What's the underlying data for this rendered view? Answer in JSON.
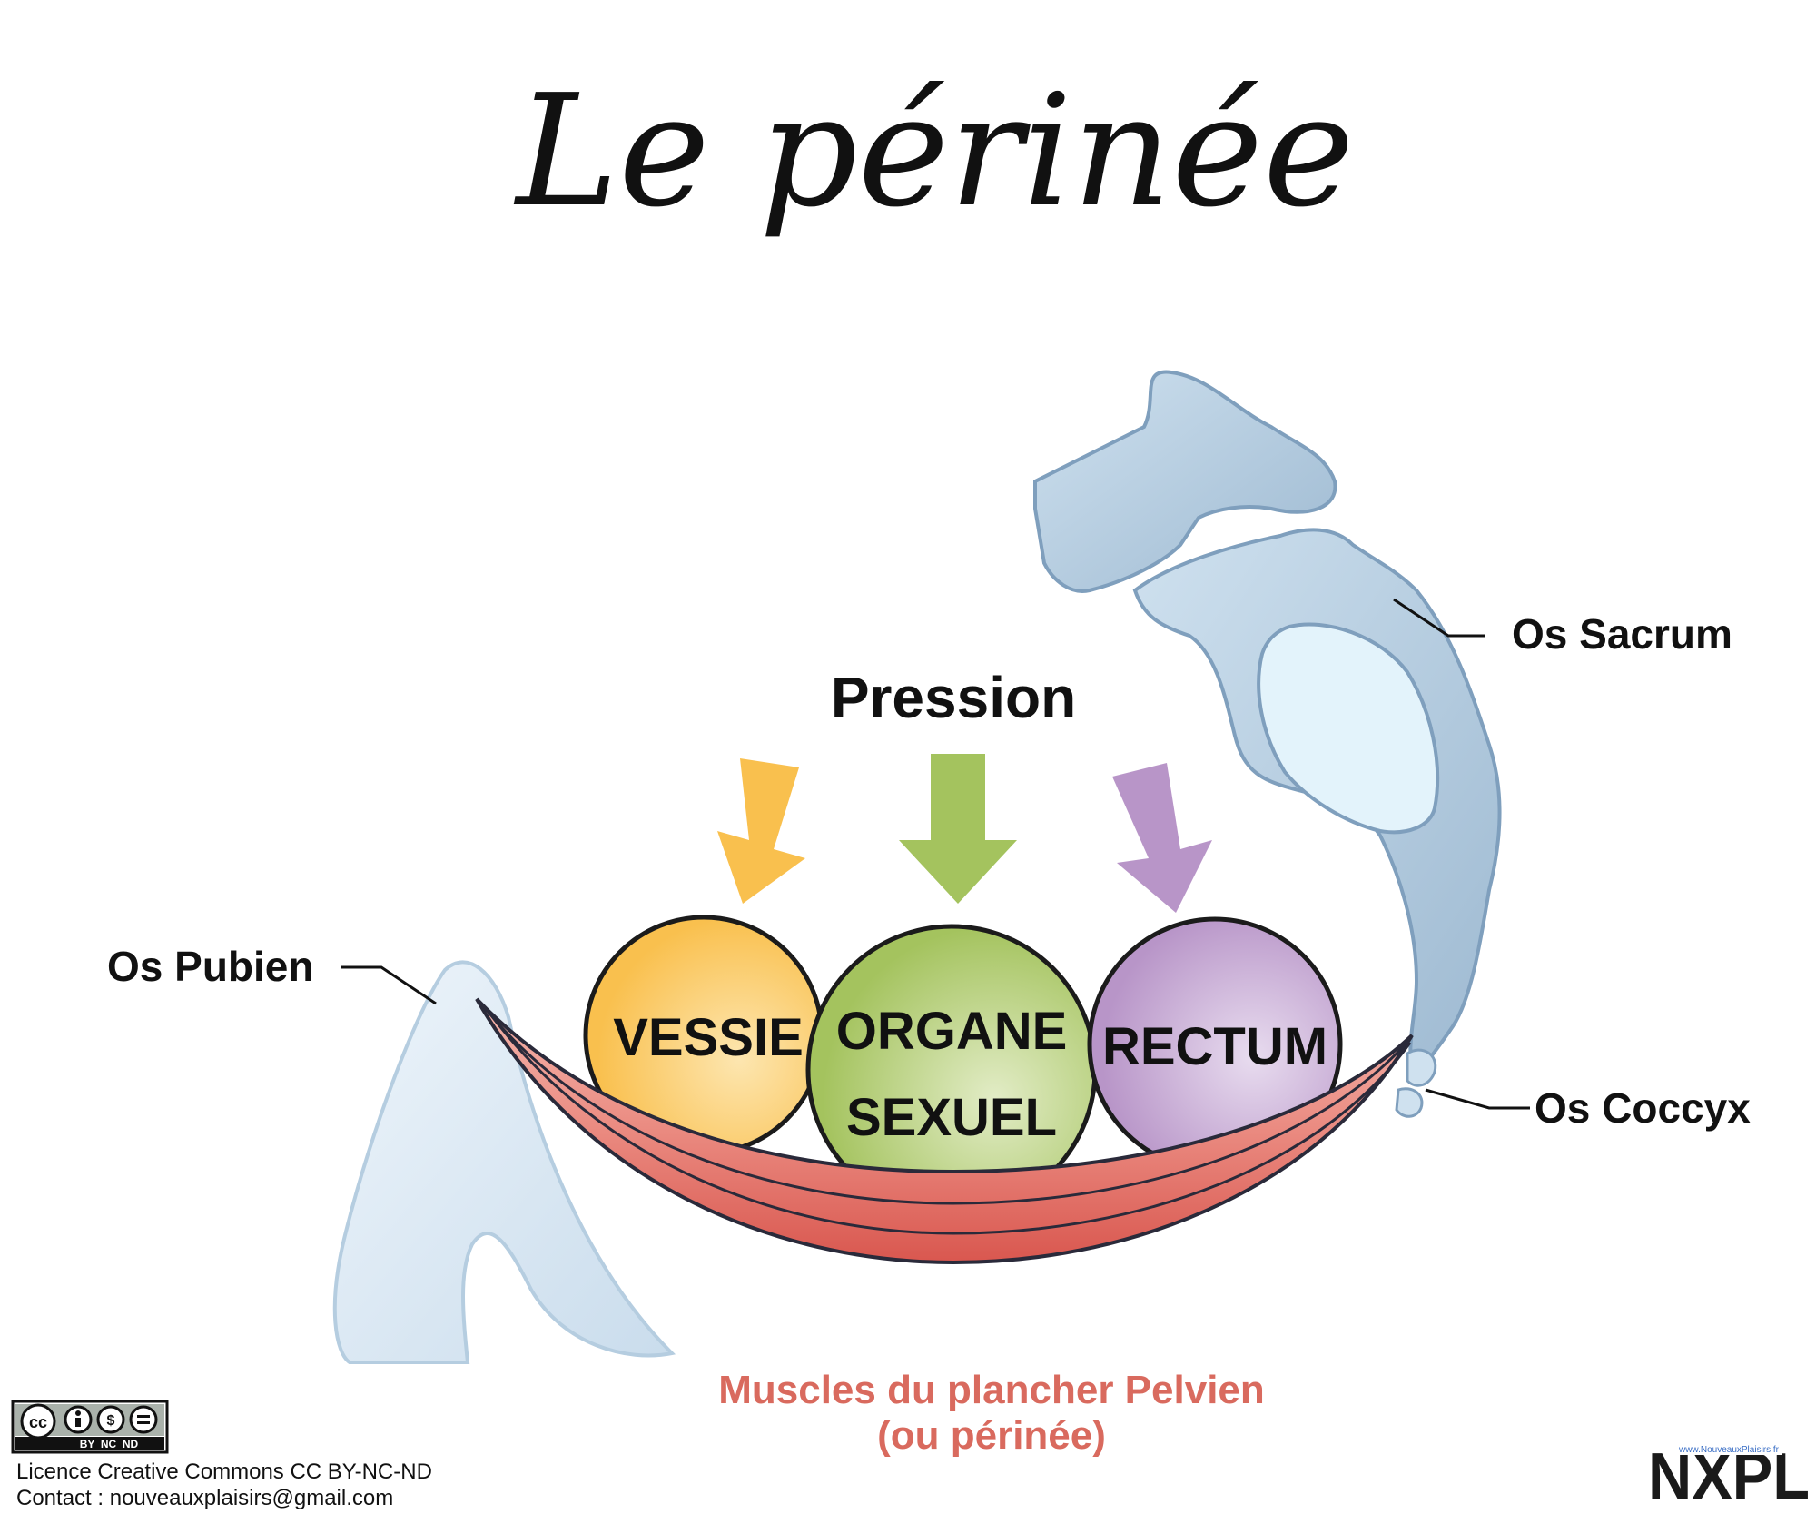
{
  "title": "Le périnée",
  "pressure_label": "Pression",
  "organs": {
    "bladder": "VESSIE",
    "sex_organ_line1": "ORGANE",
    "sex_organ_line2": "SEXUEL",
    "rectum": "RECTUM"
  },
  "bone_labels": {
    "pubic": "Os Pubien",
    "sacrum": "Os Sacrum",
    "coccyx": "Os Coccyx"
  },
  "muscle_caption": {
    "line1": "Muscles du plancher Pelvien",
    "line2": "(ou périnée)"
  },
  "license": {
    "badge_text": "BY  NC  ND",
    "line1": "Licence Creative Commons CC BY-NC-ND",
    "line2": "Contact : nouveauxplaisirs@gmail.com"
  },
  "brand": {
    "logo_text": "NXPL",
    "logo_url_text": "www.NouveauxPlaisirs.fr"
  },
  "colors": {
    "bladder": "#f9c04e",
    "sex_organ": "#a4c35e",
    "rectum": "#b895c8",
    "muscle": "#e0675f",
    "bone": "#d6e7f3",
    "caption": "#d96a5e"
  }
}
